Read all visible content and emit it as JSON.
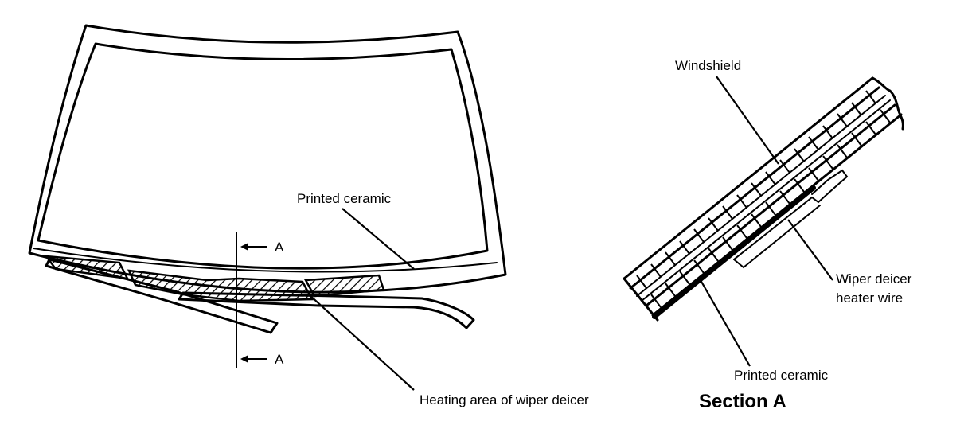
{
  "labels": {
    "printed_ceramic_top": "Printed ceramic",
    "section_mark_top": "A",
    "section_mark_bottom": "A",
    "heating_area": "Heating area of wiper deicer",
    "windshield": "Windshield",
    "wiper_deicer_line1": "Wiper deicer",
    "wiper_deicer_line2": "heater wire",
    "printed_ceramic_section": "Printed ceramic",
    "section_title": "Section A"
  }
}
